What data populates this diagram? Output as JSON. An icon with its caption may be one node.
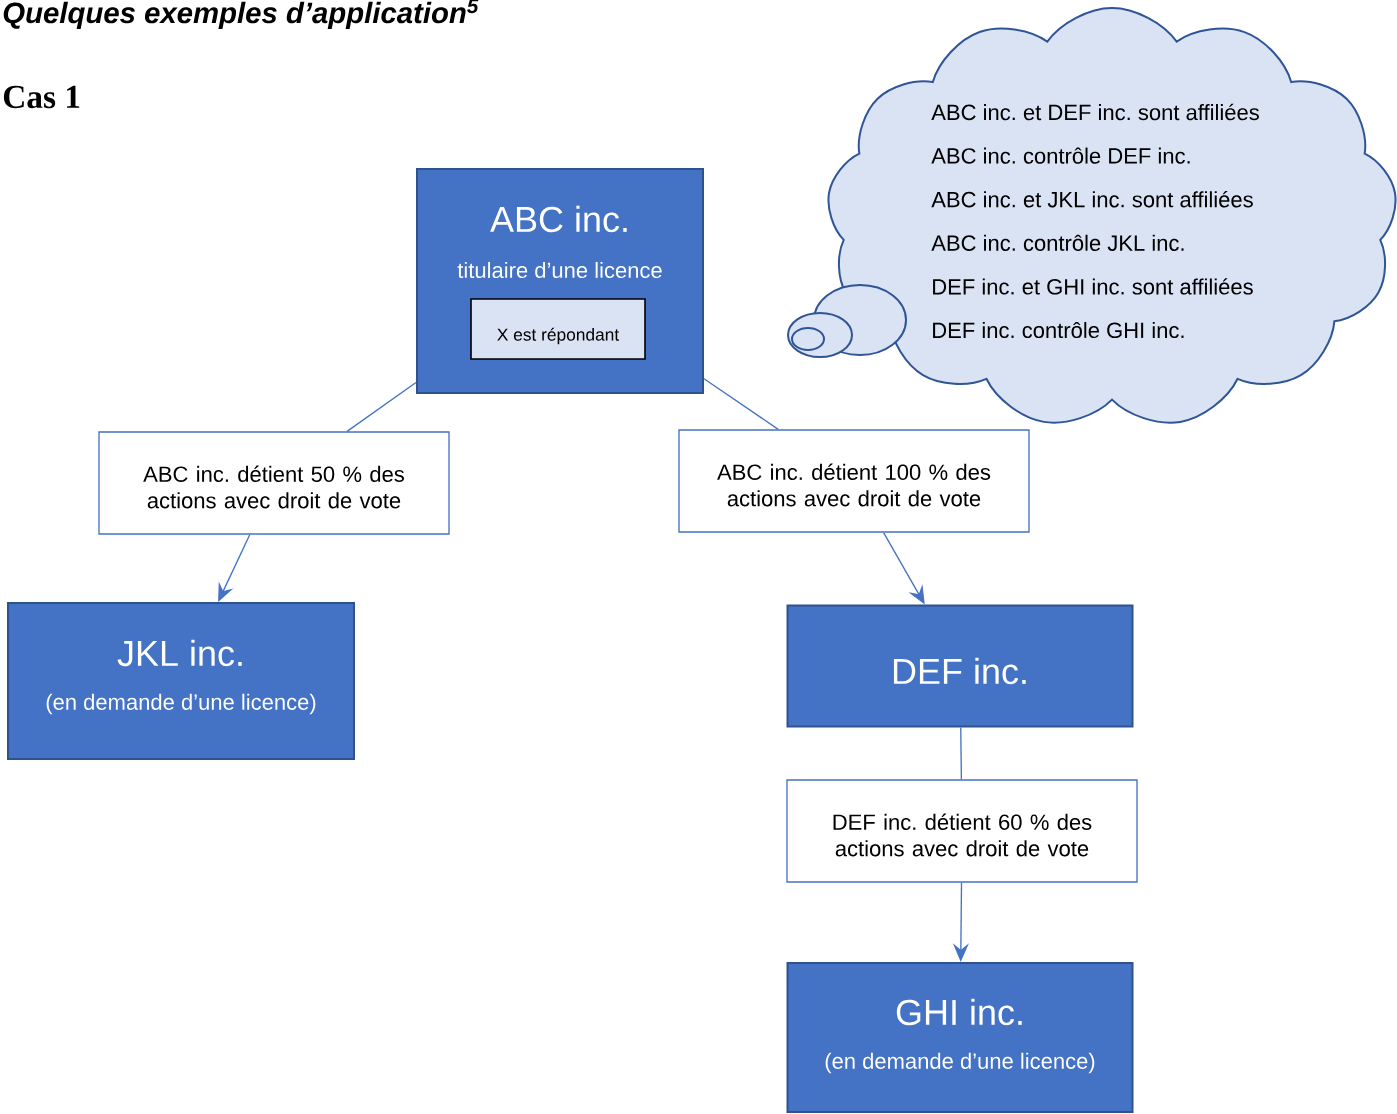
{
  "diagram": {
    "title": "Quelques exemples d’application$^{5}$",
    "nodes": [
      {
        "text": [
          "ABC inc.",
          "titulaire d’une licence"
        ]
      },
      {
        "text": [
          "X est répondant"
        ],
        "in": 0
      },
      {
        "text": [
          "ABC inc. et DEF inc. sont affiliées",
          "ABC inc. contrôle DEF inc.",
          "ABC inc. et JKL inc. sont affiliées",
          "ABC inc. contrôle JKL inc.",
          "DEF inc. et GHI inc. sont affiliées",
          "DEF inc. contrôle GHI inc."
        ]
      },
      {
        "text": [
          "ABC inc. détient 50 % des actions avec droit de vote"
        ]
      },
      {
        "text": [
          "ABC inc. détient 100 % des actions avec droit de vote"
        ]
      },
      {
        "text": [
          "JKL inc.",
          "(en demande d’une licence)"
        ]
      },
      {
        "text": [
          "DEF inc."
        ]
      },
      {
        "text": [
          "DEF inc. détient 60 % des actions avec droit de vote"
        ]
      },
      {
        "text": [
          "GHI inc.",
          "(en demande d’une licence)"
        ]
      }
    ],
    "edges": [
      {
        "from": 0,
        "to": 3,
        "arrow": "none"
      },
      {
        "from": 3,
        "to": 5,
        "arrow": "to"
      },
      {
        "from": 0,
        "to": 4,
        "arrow": "none"
      },
      {
        "from": 4,
        "to": 6,
        "arrow": "to"
      },
      {
        "from": 6,
        "to": 7,
        "arrow": "none"
      },
      {
        "from": 7,
        "to": 8,
        "arrow": "to"
      }
    ],
    "labels": [
      "Cas 1"
    ]
  }
}
